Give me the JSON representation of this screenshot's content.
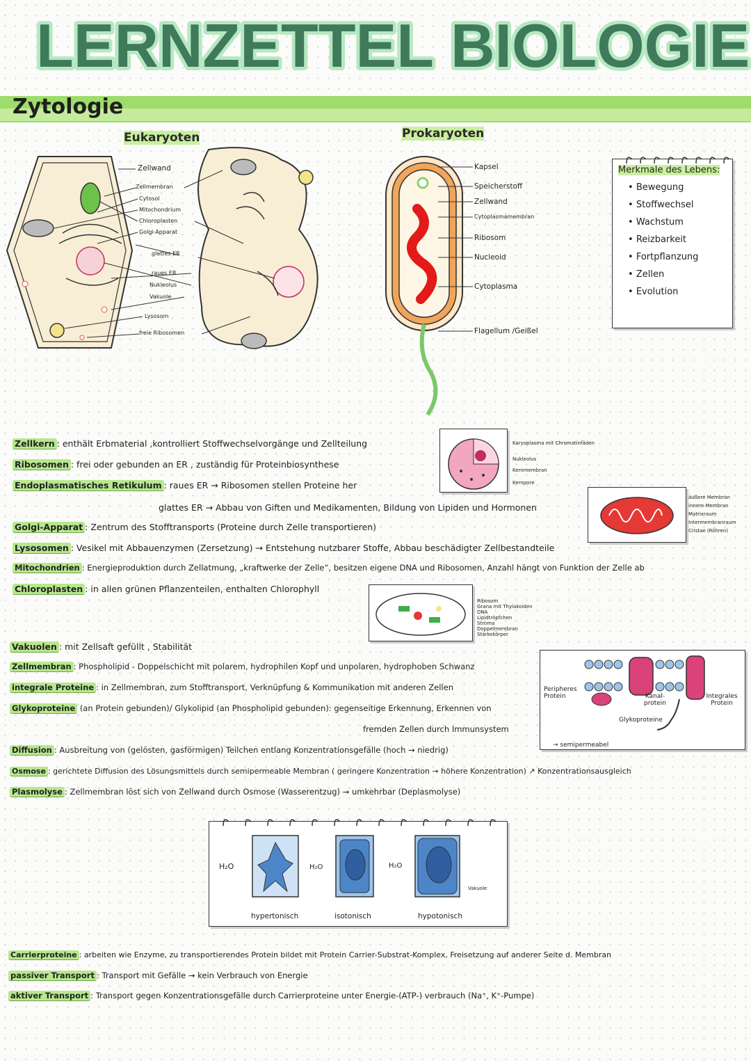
{
  "title": {
    "word1": "LERNZETTEL",
    "word2": "BIOLOGIE"
  },
  "section": "Zytologie",
  "eukaryoten": {
    "heading": "Eukaryoten",
    "labels": [
      "Zellwand",
      "Zellmembran",
      "Cytosol",
      "Mitochondrium",
      "Chloroplasten",
      "Golgi-Apparat",
      "glattes ER",
      "raues ER",
      "Nukleolus",
      "Vakuole",
      "Lysosom",
      "freie Ribosomen"
    ]
  },
  "prokaryoten": {
    "heading": "Prokaryoten",
    "labels": [
      "Kapsel",
      "Speicherstoff",
      "Zellwand",
      "Cytoplasmamembran",
      "Ribosom",
      "Nucleoid",
      "Cytoplasma",
      "Flagellum /Geißel"
    ]
  },
  "merkmale": {
    "heading": "Merkmale des Lebens:",
    "items": [
      "Bewegung",
      "Stoffwechsel",
      "Wachstum",
      "Reizbarkeit",
      "Fortpflanzung",
      "Zellen",
      "Evolution"
    ]
  },
  "nucleus_labels": [
    "Karyoplasma mit Chromatinfäden",
    "Nukleolus",
    "Kernmembran",
    "Kernpore"
  ],
  "mito_labels": [
    "äußere Membran",
    "innere Membran",
    "Matrixraum",
    "Intermembranraum",
    "Cristae (Röhren)"
  ],
  "chloro_labels": [
    "Ribosom",
    "Grana mit Thylakoiden",
    "DNA",
    "Lipidtröpfchen",
    "Stroma",
    "Doppelmembran",
    "Stärkekörper"
  ],
  "membrane_labels": {
    "peripheral": "Peripheres Protein",
    "channel": "Kanal-protein",
    "integral": "Integrales Protein",
    "glyco": "Glykoproteine",
    "semi": "semipermeabel"
  },
  "osmosis": {
    "h2o": "H₂O",
    "vacuole": "Vakuole",
    "states": [
      "hypertonisch",
      "isotonisch",
      "hypotonisch"
    ]
  },
  "defs1": [
    {
      "term": "Zellkern",
      "text": ": enthält Erbmaterial ,kontrolliert Stoffwechselvorgänge und Zellteilung"
    },
    {
      "term": "Ribosomen",
      "text": ": frei oder gebunden an ER , zuständig für Proteinbiosynthese"
    },
    {
      "term": "Endoplasmatisches Retikulum",
      "text": ": raues ER → Ribosomen stellen Proteine her"
    },
    {
      "term": "",
      "text": "glattes ER → Abbau von Giften und Medikamenten, Bildung von Lipiden und Hormonen"
    },
    {
      "term": "Golgi-Apparat",
      "text": ": Zentrum des Stofftransports (Proteine durch Zelle transportieren)"
    },
    {
      "term": "Lysosomen",
      "text": ": Vesikel mit Abbauenzymen (Zersetzung) → Entstehung nutzbarer Stoffe, Abbau beschädigter Zellbestandteile"
    },
    {
      "term": "Mitochondrien",
      "text": ": Energieproduktion durch Zellatmung, „kraftwerke der Zelle“, besitzen eigene DNA und Ribosomen, Anzahl hängt von Funktion der Zelle ab"
    },
    {
      "term": "Chloroplasten",
      "text": ": in allen grünen Pflanzenteilen, enthalten Chlorophyll"
    }
  ],
  "defs2": [
    {
      "term": "Vakuolen",
      "text": ": mit Zellsaft gefüllt , Stabilität"
    },
    {
      "term": "Zellmembran",
      "text": ": Phospholipid - Doppelschicht mit polarem, hydrophilen Kopf und unpolaren, hydrophoben Schwanz"
    },
    {
      "term": "integrale Proteine",
      "text": ": in Zellmembran, zum Stofftransport, Verknüpfung & Kommunikation mit anderen Zellen"
    },
    {
      "term": "Glykoproteine",
      "text": "(an Protein gebunden)/ Glykolipid (an Phospholipid gebunden): gegenseitige Erkennung, Erkennen von"
    },
    {
      "term": "",
      "text": "fremden Zellen durch Immunsystem"
    },
    {
      "term": "Diffusion",
      "text": ": Ausbreitung von (gelösten, gasförmigen) Teilchen entlang Konzentrationsgefälle (hoch → niedrig)"
    },
    {
      "term": "Osmose",
      "text": ": gerichtete Diffusion des Lösungsmittels durch semipermeable Membran ( geringere Konzentration → höhere Konzentration) ↗ Konzentrationsausgleich"
    },
    {
      "term": "Plasmolyse",
      "text": ": Zellmembran löst sich von Zellwand durch Osmose (Wasserentzug) → umkehrbar (Deplasmolyse)"
    }
  ],
  "defs3": [
    {
      "term": "Carrierproteine",
      "text": ": arbeiten wie Enzyme, zu transportierendes Protein bildet mit Protein Carrier-Substrat-Komplex, Freisetzung auf anderer Seite d. Membran"
    },
    {
      "term": "passiver Transport",
      "text": ": Transport mit Gefälle → kein Verbrauch von Energie"
    },
    {
      "term": "aktiver Transport",
      "text": ": Transport gegen Konzentrationsgefälle durch Carrierproteine unter Energie-(ATP-) verbrauch (Na⁺, K⁺-Pumpe)"
    }
  ],
  "colors": {
    "accent_green": "#9fdc6b",
    "title_green": "#3f7a5a",
    "cell_fill": "#f8eed6",
    "wall": "#f0c58a"
  }
}
